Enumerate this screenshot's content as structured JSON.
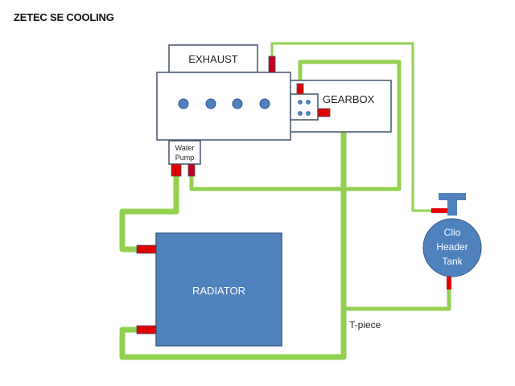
{
  "title": "ZETEC SE COOLING",
  "components": {
    "exhaust": "EXHAUST",
    "gearbox": "GEARBOX",
    "water_pump_line1": "Water",
    "water_pump_line2": "Pump",
    "radiator": "RADIATOR",
    "header_tank_line1": "Clio",
    "header_tank_line2": "Header",
    "header_tank_line3": "Tank",
    "t_piece": "T-piece"
  },
  "colors": {
    "hose": "#92d050",
    "connector": "#e00000",
    "component_blue": "#4f81bd",
    "outline": "#44546a"
  }
}
